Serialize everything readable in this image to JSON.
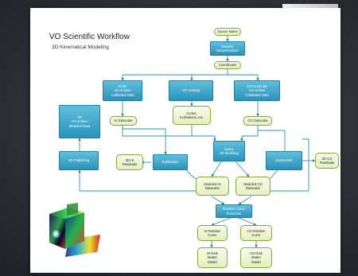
{
  "slide": {
    "title": "VO Scientific Workflow",
    "subtitle": "3D Kinematical Modeling"
  },
  "nodes": {
    "source_name": "Source Name",
    "sesame": "Sesame\nNameResolver",
    "coordinates": "Coordinates",
    "hi3d_archive": "HI 3D\nVO Archive\nCalibrated Data",
    "vo_catalog": "VO Catalog",
    "co_alma_archive": "CO ALMA 3D\nVO Archive\nCalibrated Data",
    "center_inclinations": "Center,\nInclinations, etc.",
    "hi_datacube": "HI Datacube",
    "co_datacube": "CO Datacube",
    "modeled_archive": "3D\nVO Archive\nModeled Data",
    "query_modeling": "Query\n3D Modeling",
    "vo_publishing": "VO Publishing",
    "hi_residuals": "3D HI\nResiduals",
    "subtraction_left": "Subtraction",
    "subtraction_right": "Subtraction",
    "co_residuals": "3D CO\nResiduals",
    "modeled_hi": "Modeled HI\nDatacube",
    "modeled_co": "Modeled CO\nDatacube",
    "rotation_extraction": "Rotation Curve\nExtraction",
    "hi_rotation": "HI Rotation\nCurve",
    "co_rotation": "CO Rotation\nCurve",
    "hi_dark_matter": "HI Dark\nMatter\nModel",
    "co_dark_matter": "CO Dark\nMatter\nModel"
  }
}
